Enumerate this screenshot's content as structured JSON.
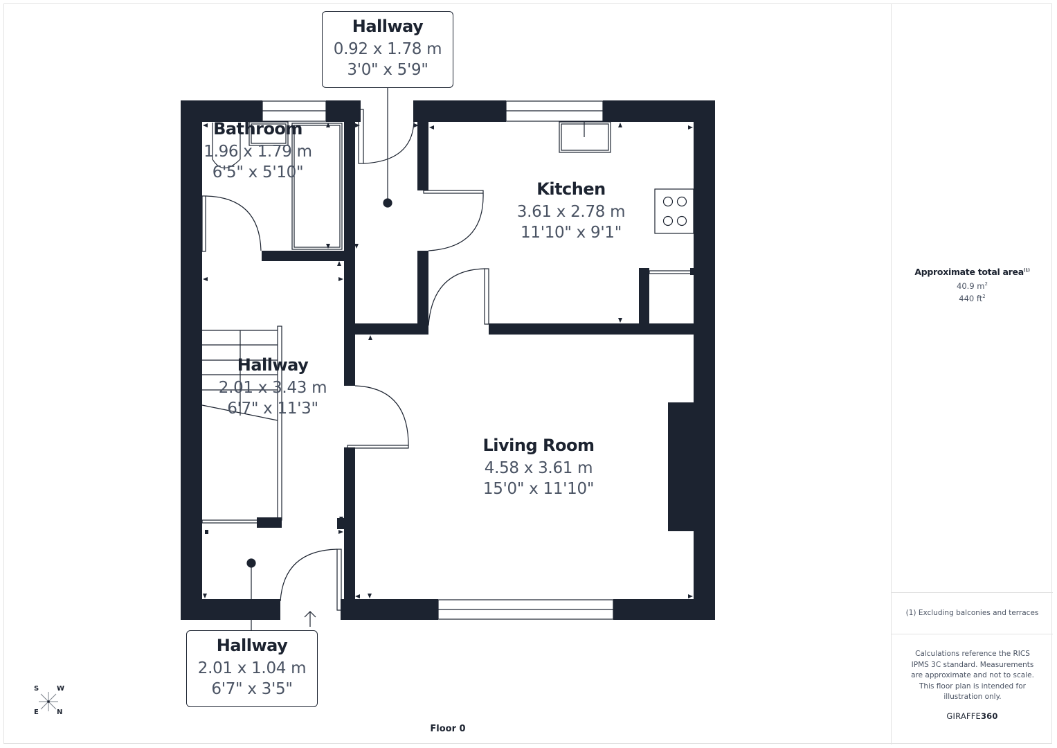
{
  "floor": {
    "label": "Floor 0"
  },
  "rooms": [
    {
      "id": "bathroom",
      "name": "Bathroom",
      "metric": "1.96 x 1.79 m",
      "imperial": "6'5\" x 5'10\""
    },
    {
      "id": "hallway-top",
      "name": "Hallway",
      "metric": "0.92 x 1.78 m",
      "imperial": "3'0\" x 5'9\""
    },
    {
      "id": "kitchen",
      "name": "Kitchen",
      "metric": "3.61 x 2.78 m",
      "imperial": "11'10\" x 9'1\""
    },
    {
      "id": "hallway-main",
      "name": "Hallway",
      "metric": "2.01 x 3.43 m",
      "imperial": "6'7\" x 11'3\""
    },
    {
      "id": "living-room",
      "name": "Living Room",
      "metric": "4.58 x 3.61 m",
      "imperial": "15'0\" x 11'10\""
    },
    {
      "id": "hallway-entrance",
      "name": "Hallway",
      "metric": "2.01 x 1.04 m",
      "imperial": "6'7\" x 3'5\""
    }
  ],
  "compass": {
    "top_left": "S",
    "top_right": "W",
    "bottom_left": "E",
    "bottom_right": "N"
  },
  "summary": {
    "title": "Approximate total area",
    "title_note": "(1)",
    "area_m2_value": "40.9 m",
    "area_m2_unit_sup": "2",
    "area_ft2_value": "440 ft",
    "area_ft2_unit_sup": "2",
    "footnote": "(1) Excluding balconies and terraces",
    "disclaimer": "Calculations reference the RICS IPMS 3C standard. Measurements are approximate and not to scale. This floor plan is intended for illustration only.",
    "brand_light": "GIRAFFE",
    "brand_bold": "360"
  },
  "colors": {
    "wall": "#1c2330",
    "text_primary": "#1c2330",
    "text_secondary": "#4a5363",
    "border": "#e2e2e2"
  }
}
